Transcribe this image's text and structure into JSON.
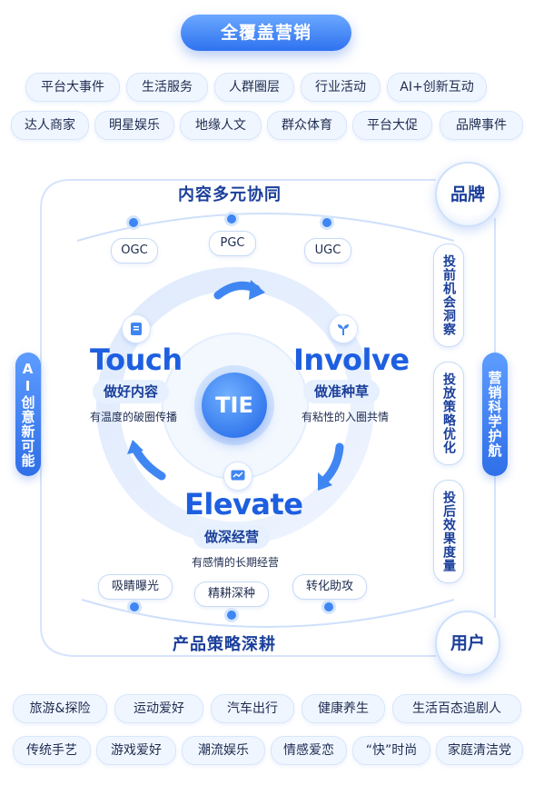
{
  "banner": "全覆盖营销",
  "top_tags_row1": [
    "平台大事件",
    "生活服务",
    "人群圈层",
    "行业活动",
    "AI+创新互动"
  ],
  "top_tags_row2": [
    "达人商家",
    "明星娱乐",
    "地缘人文",
    "群众体育",
    "平台大促",
    "品牌事件"
  ],
  "content_title": "内容多元协同",
  "content_tags": [
    "OGC",
    "PGC",
    "UGC"
  ],
  "product_title": "产品策略深耕",
  "product_tags": [
    "吸睛曝光",
    "精耕深种",
    "转化助攻"
  ],
  "left_vertical": "AI创意新可能",
  "right_vertical": "营销科学护航",
  "brand_badge": "品牌",
  "user_badge": "用户",
  "right_steps": [
    "投前机会洞察",
    "投放策略优化",
    "投后效果度量"
  ],
  "center": "TIE",
  "touch": {
    "word": "Touch",
    "label": "做好内容",
    "desc": "有温度的破圈传播"
  },
  "involve": {
    "word": "Involve",
    "label": "做准种草",
    "desc": "有粘性的入圈共情"
  },
  "elevate": {
    "word": "Elevate",
    "label": "做深经营",
    "desc": "有感情的长期经营"
  },
  "bottom_tags_row1": [
    "旅游&探险",
    "运动爱好",
    "汽车出行",
    "健康养生",
    "生活百态追剧人"
  ],
  "bottom_tags_row2": [
    "传统手艺",
    "游戏爱好",
    "潮流娱乐",
    "情感爱恋",
    "“快”时尚",
    "家庭清洁党"
  ],
  "colors": {
    "primary": "#2f72f0",
    "dark": "#1b3f9a",
    "light": "#e6f0fe"
  }
}
